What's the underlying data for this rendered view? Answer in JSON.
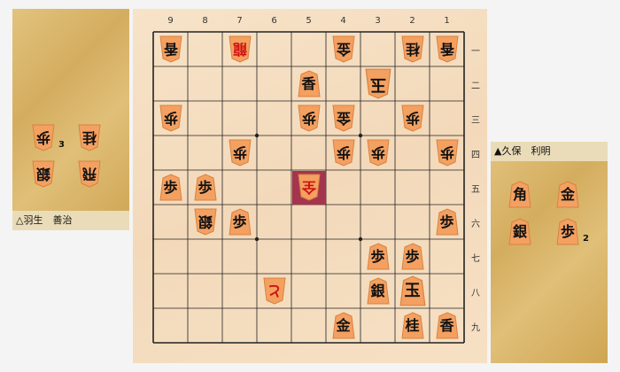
{
  "board": {
    "files": [
      "9",
      "8",
      "7",
      "6",
      "5",
      "4",
      "3",
      "2",
      "1"
    ],
    "ranks": [
      "一",
      "二",
      "三",
      "四",
      "五",
      "六",
      "七",
      "八",
      "九"
    ],
    "pieces": [
      {
        "f": 9,
        "r": 1,
        "ch": "香",
        "side": "gote"
      },
      {
        "f": 7,
        "r": 1,
        "ch": "龍",
        "side": "gote",
        "promo": true
      },
      {
        "f": 4,
        "r": 1,
        "ch": "金",
        "side": "gote"
      },
      {
        "f": 2,
        "r": 1,
        "ch": "桂",
        "side": "gote"
      },
      {
        "f": 1,
        "r": 1,
        "ch": "香",
        "side": "gote"
      },
      {
        "f": 5,
        "r": 2,
        "ch": "香",
        "side": "sente"
      },
      {
        "f": 3,
        "r": 2,
        "ch": "玉",
        "side": "gote",
        "big": true
      },
      {
        "f": 9,
        "r": 3,
        "ch": "歩",
        "side": "gote"
      },
      {
        "f": 5,
        "r": 3,
        "ch": "歩",
        "side": "gote"
      },
      {
        "f": 4,
        "r": 3,
        "ch": "金",
        "side": "gote"
      },
      {
        "f": 2,
        "r": 3,
        "ch": "歩",
        "side": "gote"
      },
      {
        "f": 7,
        "r": 4,
        "ch": "歩",
        "side": "gote"
      },
      {
        "f": 4,
        "r": 4,
        "ch": "歩",
        "side": "gote"
      },
      {
        "f": 3,
        "r": 4,
        "ch": "歩",
        "side": "gote"
      },
      {
        "f": 1,
        "r": 4,
        "ch": "歩",
        "side": "gote"
      },
      {
        "f": 9,
        "r": 5,
        "ch": "歩",
        "side": "sente"
      },
      {
        "f": 8,
        "r": 5,
        "ch": "歩",
        "side": "sente"
      },
      {
        "f": 5,
        "r": 5,
        "ch": "全",
        "side": "gote",
        "promo": true
      },
      {
        "f": 8,
        "r": 6,
        "ch": "銀",
        "side": "gote"
      },
      {
        "f": 7,
        "r": 6,
        "ch": "歩",
        "side": "sente"
      },
      {
        "f": 1,
        "r": 6,
        "ch": "歩",
        "side": "sente"
      },
      {
        "f": 3,
        "r": 7,
        "ch": "歩",
        "side": "sente"
      },
      {
        "f": 2,
        "r": 7,
        "ch": "歩",
        "side": "sente"
      },
      {
        "f": 6,
        "r": 8,
        "ch": "と",
        "side": "gote",
        "promo": true
      },
      {
        "f": 3,
        "r": 8,
        "ch": "銀",
        "side": "sente"
      },
      {
        "f": 2,
        "r": 8,
        "ch": "玉",
        "side": "sente",
        "big": true
      },
      {
        "f": 4,
        "r": 9,
        "ch": "金",
        "side": "sente"
      },
      {
        "f": 2,
        "r": 9,
        "ch": "桂",
        "side": "sente"
      },
      {
        "f": 1,
        "r": 9,
        "ch": "香",
        "side": "sente"
      }
    ],
    "last_move": {
      "f": 5,
      "r": 5
    }
  },
  "gote": {
    "name": "△羽生　善治",
    "hand": [
      {
        "ch": "歩",
        "count": "3"
      },
      {
        "ch": "桂",
        "count": ""
      },
      {
        "ch": "銀",
        "count": ""
      },
      {
        "ch": "飛",
        "count": ""
      }
    ]
  },
  "sente": {
    "name": "▲久保　利明",
    "hand": [
      {
        "ch": "角",
        "count": ""
      },
      {
        "ch": "金",
        "count": ""
      },
      {
        "ch": "銀",
        "count": ""
      },
      {
        "ch": "歩",
        "count": "2"
      }
    ]
  },
  "colors": {
    "piece": "#f3a061",
    "piece_edge": "#d9823f",
    "highlight": "#a4354c",
    "grid": "#222222",
    "promoted": "#d01010"
  }
}
